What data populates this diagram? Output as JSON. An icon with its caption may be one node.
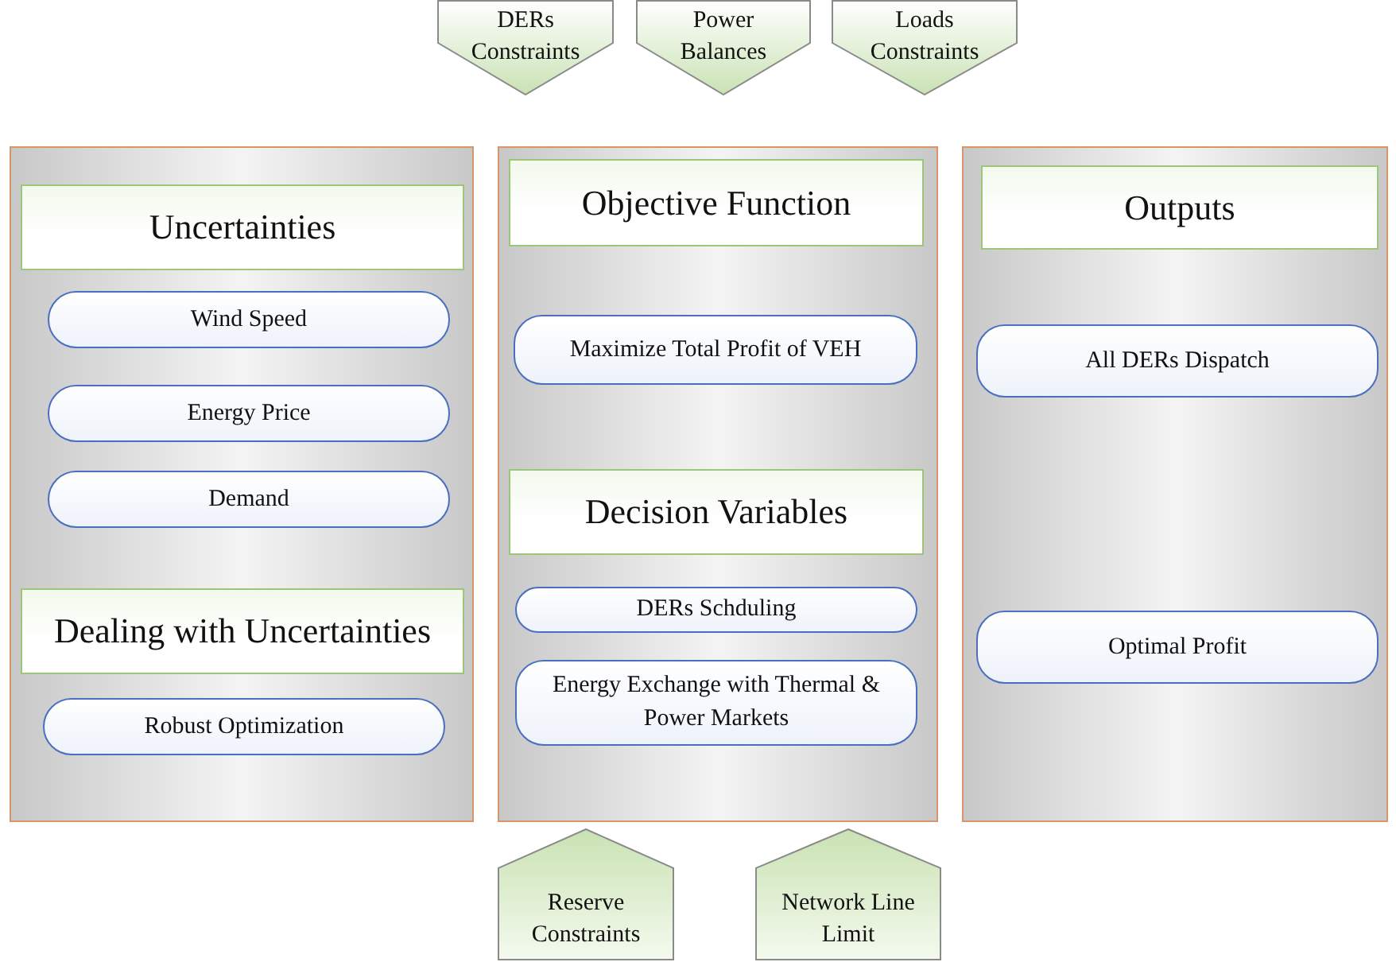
{
  "diagram": {
    "nodes": [
      {
        "text": [
          "DERs Constraints"
        ]
      },
      {
        "text": [
          "Power Balances"
        ]
      },
      {
        "text": [
          "Loads Constraints"
        ]
      },
      {
        "text": [],
        "shape": "box"
      },
      {
        "text": [
          "Uncertainties"
        ],
        "in": 3
      },
      {
        "text": [
          "Wind Speed"
        ],
        "in": 3
      },
      {
        "text": [
          "Energy Price"
        ],
        "in": 3
      },
      {
        "text": [
          "Demand"
        ],
        "in": 3
      },
      {
        "text": [
          "Dealing with Uncertainties"
        ],
        "in": 3
      },
      {
        "text": [
          "Robust Optimization"
        ],
        "in": 3
      },
      {
        "text": [],
        "shape": "box"
      },
      {
        "text": [
          "Objective Function"
        ],
        "in": 10
      },
      {
        "text": [
          "Maximize Total Profit of VEH"
        ],
        "in": 10
      },
      {
        "text": [
          "Decision Variables"
        ],
        "in": 10
      },
      {
        "text": [
          "DERs Schduling"
        ],
        "in": 10
      },
      {
        "text": [
          "Energy Exchange with Thermal & Power Markets"
        ],
        "in": 10
      },
      {
        "text": [],
        "shape": "box"
      },
      {
        "text": [
          "Outputs"
        ],
        "in": 16
      },
      {
        "text": [
          "All DERs Dispatch"
        ],
        "in": 16
      },
      {
        "text": [
          "Optimal Profit"
        ],
        "in": 16
      },
      {
        "text": [
          "Reserve Constraints"
        ]
      },
      {
        "text": [
          "Network Line Limit"
        ]
      }
    ],
    "edges": []
  }
}
